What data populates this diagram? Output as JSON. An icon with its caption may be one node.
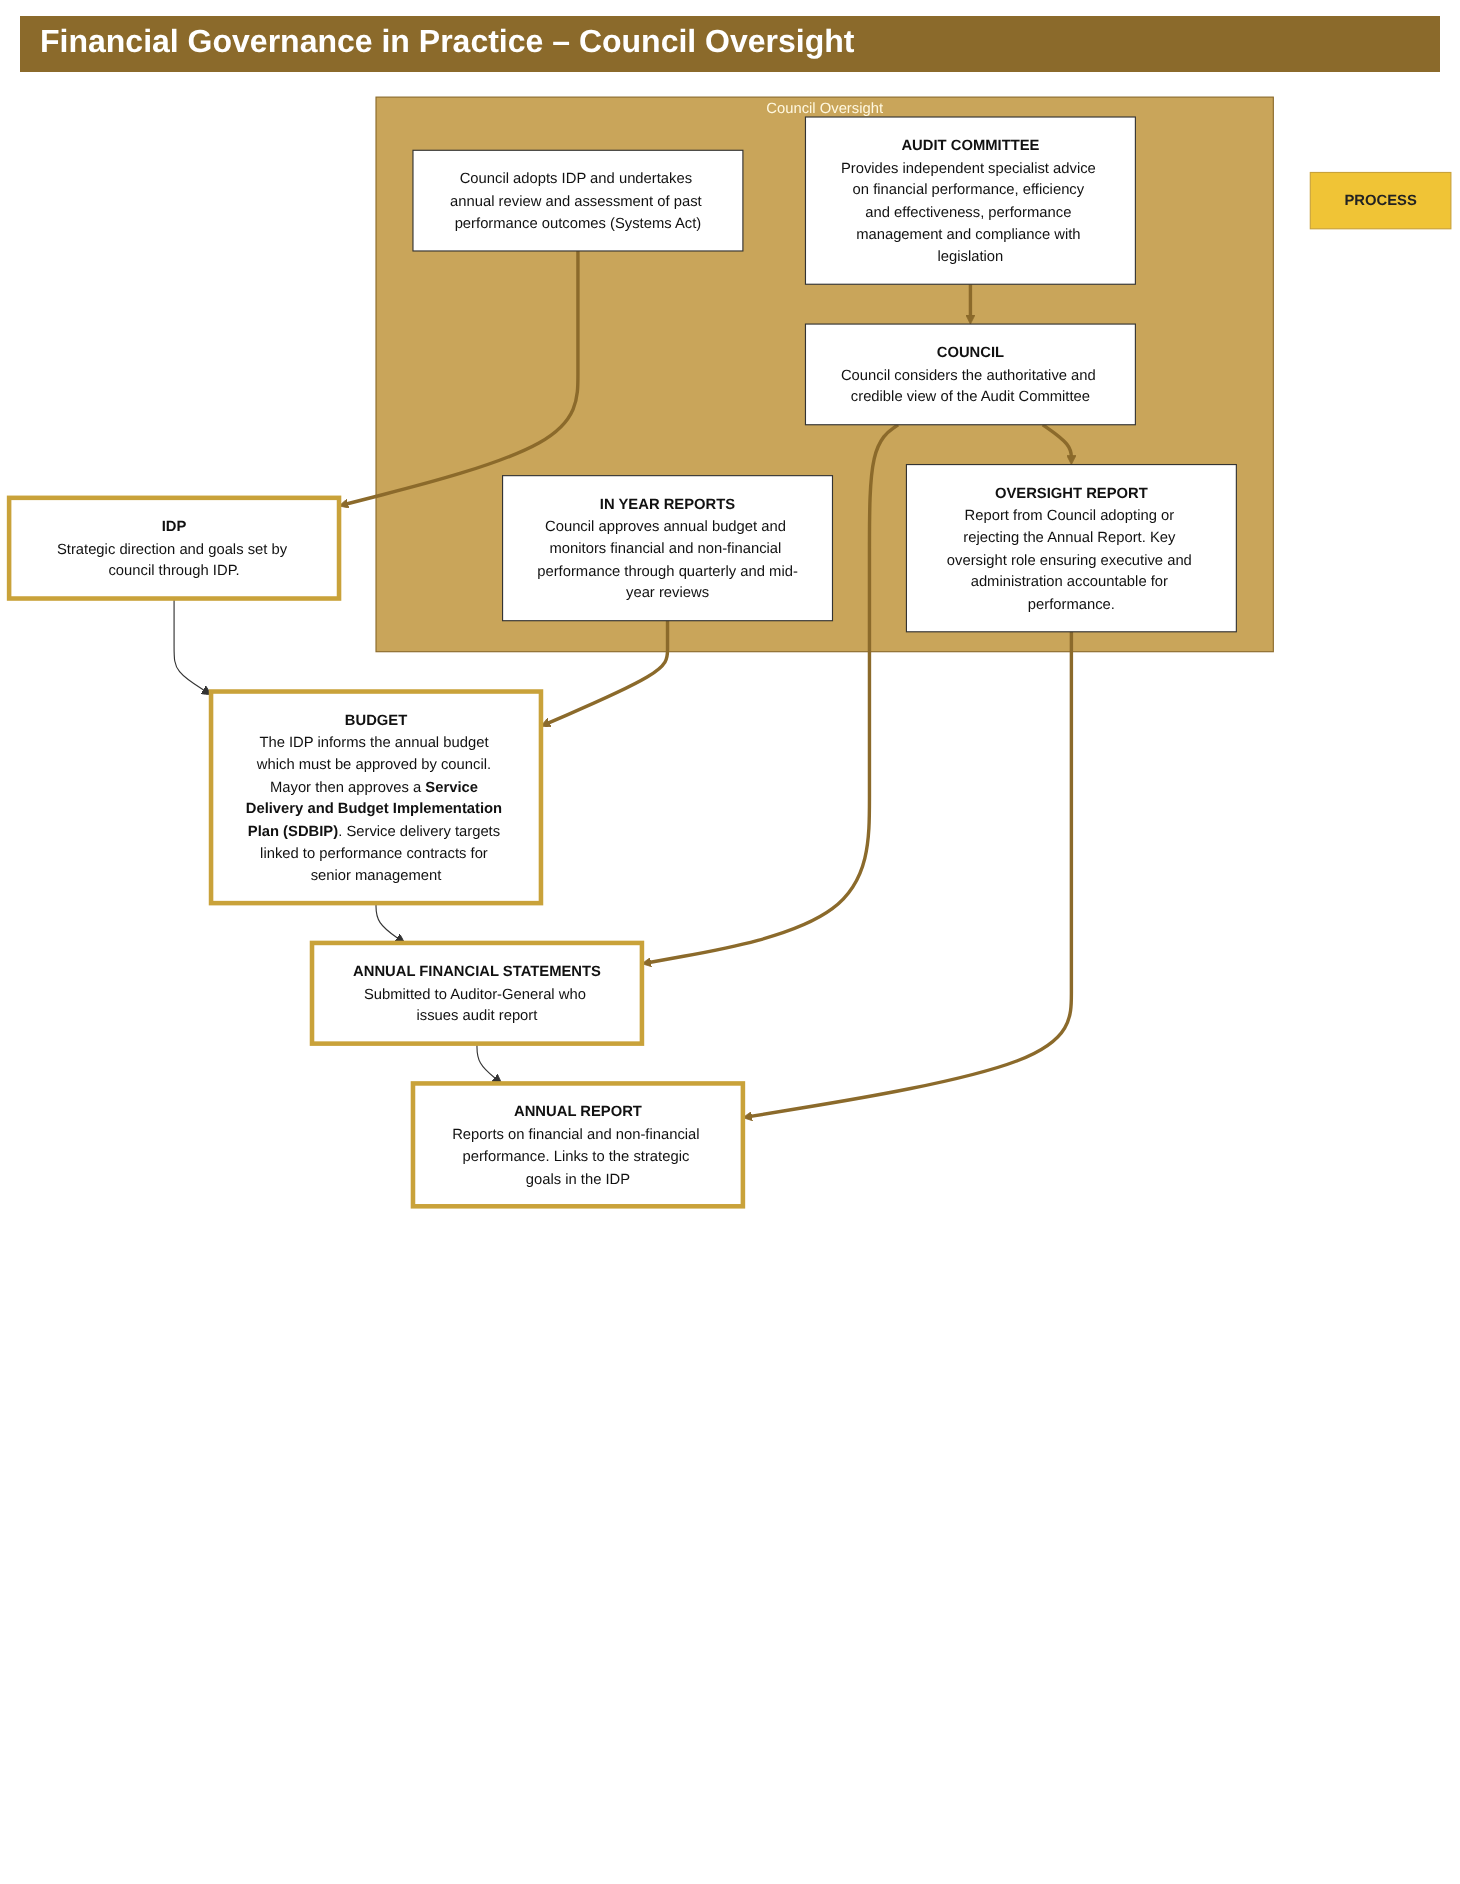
{
  "diagram": {
    "title": "Financial Governance in Practice – Council Oversight",
    "nodes": [
      {
        "text": [
          "PROCESS"
        ]
      },
      {
        "text": [
          "Council Oversight"
        ]
      },
      {
        "text": [
          "IDP",
          "Strategic direction and goals set by council through IDP."
        ]
      },
      {
        "text": [
          "Council adopts IDP and undertakes annual review and assessment of past performance outcomes (Systems Act)"
        ],
        "in": 1
      },
      {
        "text": [
          "BUDGET",
          "The IDP informs the annual budget which must be approved by council. Mayor then approves a **Service Delivery and Budget Implementation Plan (SDBIP)**. Service delivery targets linked to performance contracts for senior management"
        ]
      },
      {
        "text": [
          "IN YEAR REPORTS",
          "Council approves annual budget and monitors financial and non-financial performance through quarterly and mid-year reviews"
        ],
        "in": 1
      },
      {
        "text": [
          "AUDIT COMMITTEE",
          "Provides independent specialist advice on financial performance, efficiency and effectiveness, performance management and compliance with legislation"
        ],
        "in": 1
      },
      {
        "text": [
          "ANNUAL FINANCIAL STATEMENTS",
          "Submitted to Auditor-General who issues audit report"
        ]
      },
      {
        "text": [
          "COUNCIL",
          "Council considers the authoritative and credible view of the Audit Committee"
        ],
        "in": 1
      },
      {
        "text": [
          "ANNUAL REPORT",
          "Reports on financial and non-financial performance. Links to the strategic goals in the IDP"
        ]
      },
      {
        "text": [
          "OVERSIGHT REPORT",
          "Report from Council adopting or rejecting the Annual Report. Key oversight role ensuring executive and administration accountable for performance."
        ],
        "in": 1
      }
    ],
    "edges": [
      {
        "from": 3,
        "to": 2,
        "arrow": "to"
      },
      {
        "from": 2,
        "to": 4,
        "arrow": "to",
        "color": "#333333"
      },
      {
        "from": 5,
        "to": 4,
        "arrow": "to"
      },
      {
        "from": 4,
        "to": 7,
        "arrow": "to",
        "color": "#333333"
      },
      {
        "from": 6,
        "to": 8,
        "arrow": "to"
      },
      {
        "from": 8,
        "to": 7,
        "arrow": "to"
      },
      {
        "from": 7,
        "to": 9,
        "arrow": "to",
        "color": "#333333"
      },
      {
        "from": 8,
        "to": 10,
        "arrow": "to"
      },
      {
        "from": 10,
        "to": 9,
        "arrow": "to"
      }
    ]
  }
}
